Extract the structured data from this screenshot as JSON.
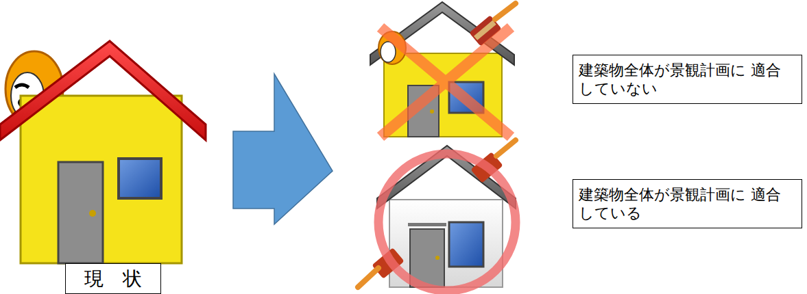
{
  "diagram": {
    "nodes": [
      {
        "text": [
          "現　状"
        ]
      },
      {
        "text": [
          "建築物全体が景観計画に 適合していない"
        ]
      },
      {
        "text": [
          "建築物全体が景観計画に 適合している"
        ]
      }
    ]
  }
}
